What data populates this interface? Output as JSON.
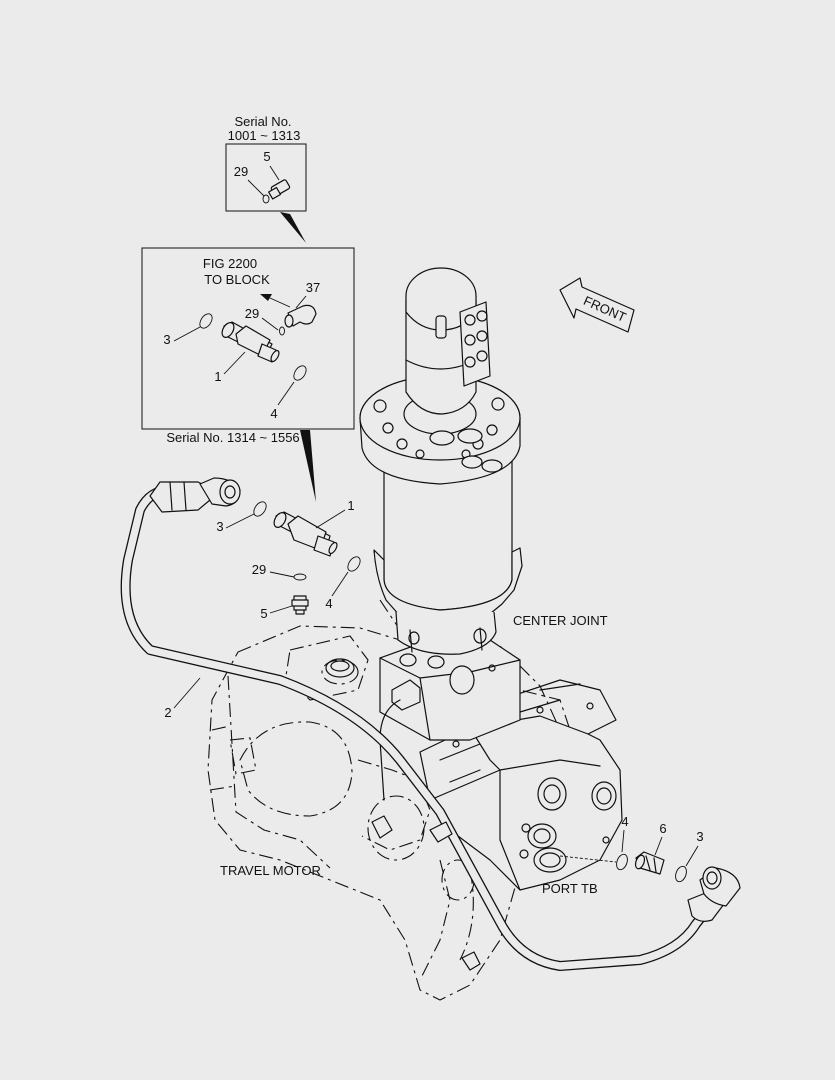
{
  "inset_top": {
    "heading_line1": "Serial No.",
    "heading_line2": "1001 ~ 1313",
    "callouts": [
      "5",
      "29"
    ]
  },
  "inset_main": {
    "fig_ref_line1": "FIG 2200",
    "fig_ref_line2": "TO BLOCK",
    "serial_range": "Serial No. 1314 ~ 1556",
    "callouts": [
      "37",
      "29",
      "3",
      "1",
      "4"
    ]
  },
  "front_arrow": {
    "label": "FRONT"
  },
  "labels": {
    "center_joint": "CENTER JOINT",
    "travel_motor": "TRAVEL MOTOR",
    "port": "PORT  TB"
  },
  "callouts": {
    "c1": "1",
    "c3": "3",
    "c29": "29",
    "c5": "5",
    "c4": "4",
    "c2": "2",
    "br4": "4",
    "br6": "6",
    "br3": "3"
  }
}
